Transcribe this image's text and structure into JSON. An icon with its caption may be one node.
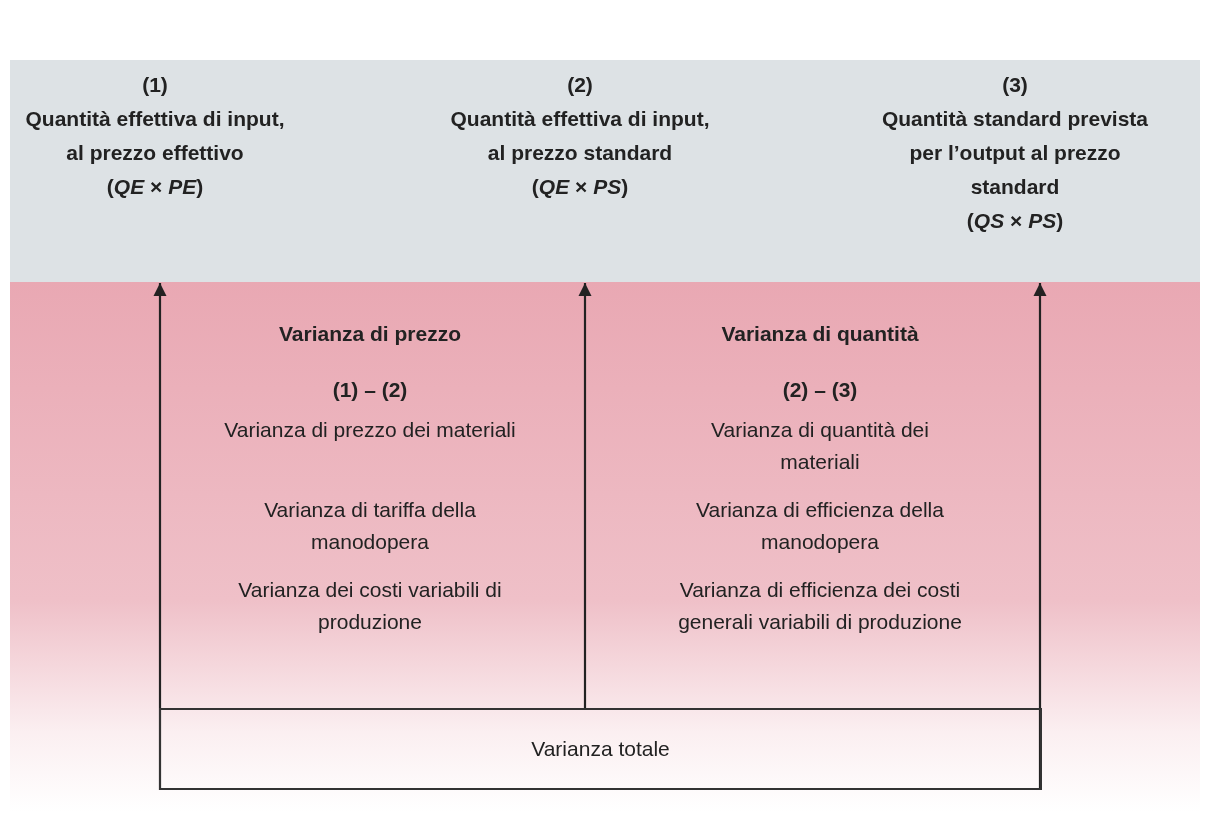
{
  "diagram": {
    "nodes": [
      {
        "text": [
          "(1)",
          "Quantità effettiva di input, al prezzo effettivo",
          "(*QE* × *PE*)"
        ]
      },
      {
        "text": [
          "(2)",
          "Quantità effettiva di input, al prezzo standard",
          "(*QE* × *PS*)"
        ]
      },
      {
        "text": [
          "(3)",
          "Quantità standard prevista per l’output al prezzo standard",
          "(*QS* × *PS*)"
        ]
      },
      {
        "text": [
          "Varianza totale"
        ]
      }
    ],
    "edges": [
      {
        "from": 3,
        "to": 0,
        "arrow": "to"
      },
      {
        "from": 3,
        "to": 1,
        "arrow": "to"
      },
      {
        "from": 3,
        "to": 2,
        "arrow": "to"
      }
    ],
    "labels": [
      "Varianza di prezzo",
      "(1) – (2)",
      "Varianza di prezzo dei materiali",
      "Varianza di tariffa della manodopera",
      "Varianza dei costi variabili di produzione",
      "Varianza di quantità",
      "(2) – (3)",
      "Varianza di quantità dei materiali",
      "Varianza di efficienza della manodopera",
      "Varianza di efficienza dei costi generali variabili di produzione"
    ]
  }
}
